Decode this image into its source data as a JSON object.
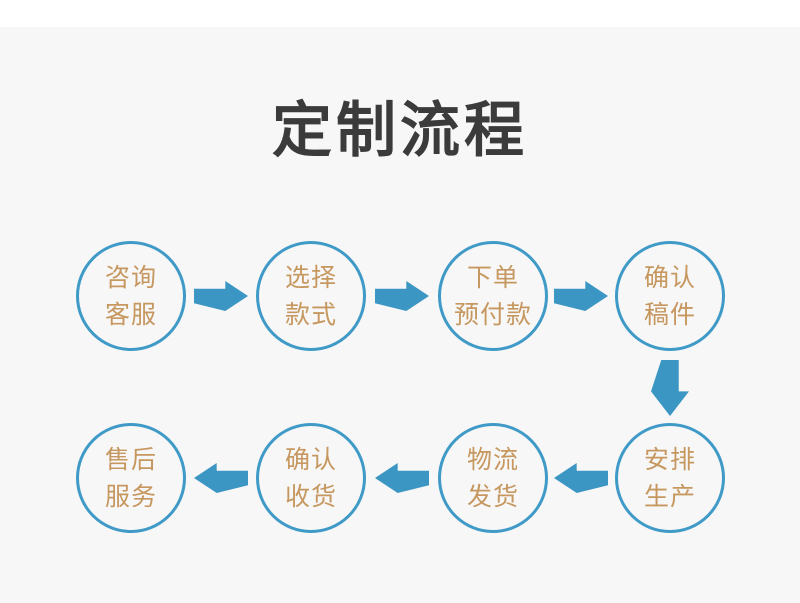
{
  "theme": {
    "bg": "#f7f7f7",
    "band": "#ffffff",
    "title-color": "#3b3b3b",
    "accent-blue": "#3f9ac7",
    "arrow-blue": "#3b96c3",
    "step-text": "#c6975f"
  },
  "title": "定制流程",
  "flow": {
    "row1": [
      {
        "lines": [
          "咨询",
          "客服"
        ]
      },
      {
        "lines": [
          "选择",
          "款式"
        ]
      },
      {
        "lines": [
          "下单",
          "预付款"
        ]
      },
      {
        "lines": [
          "确认",
          "稿件"
        ]
      }
    ],
    "row2": [
      {
        "lines": [
          "售后",
          "服务"
        ]
      },
      {
        "lines": [
          "确认",
          "收货"
        ]
      },
      {
        "lines": [
          "物流",
          "发货"
        ]
      },
      {
        "lines": [
          "安排",
          "生产"
        ]
      }
    ]
  }
}
